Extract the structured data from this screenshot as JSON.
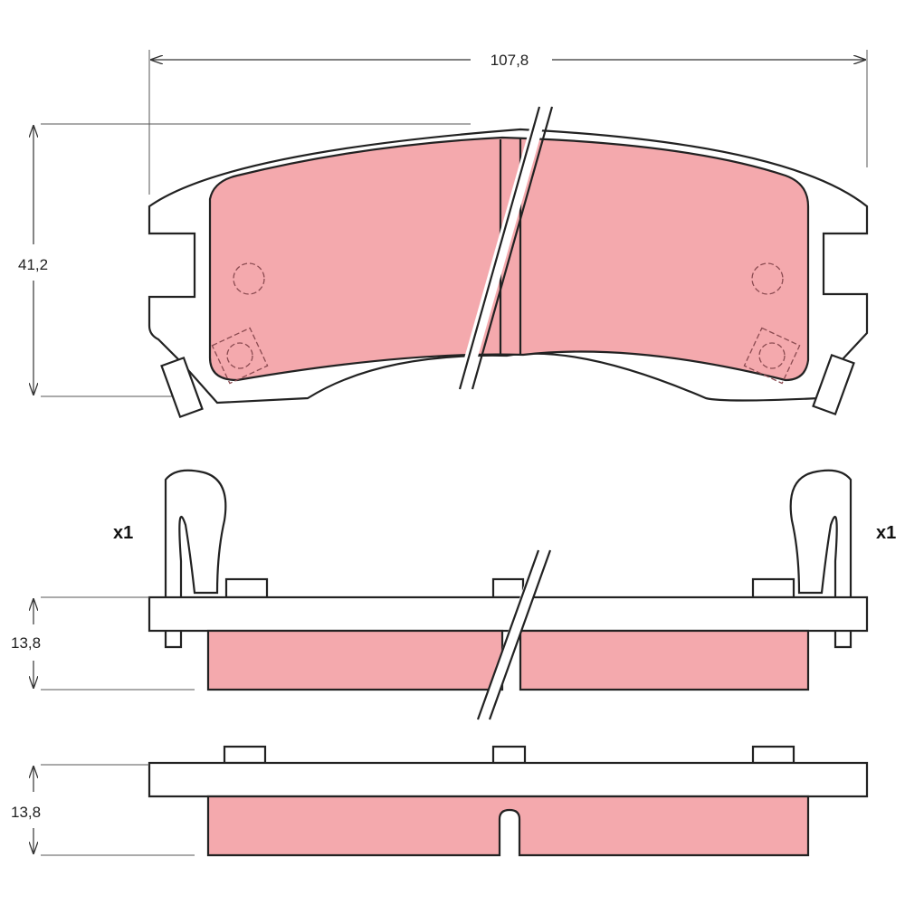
{
  "colors": {
    "friction": "#f4a9ad",
    "line": "#222222"
  },
  "dimensions": {
    "width": "107,8",
    "height": "41,2",
    "thickness_top": "13,8",
    "thickness_bottom": "13,8"
  },
  "quantities": {
    "left_clip": "x1",
    "right_clip": "x1"
  }
}
